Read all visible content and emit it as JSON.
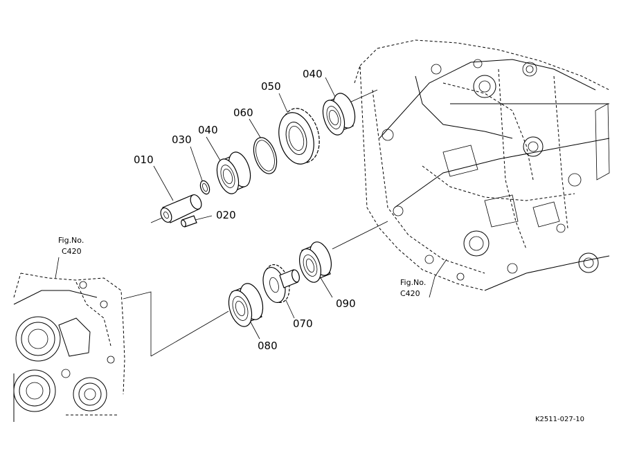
{
  "labels": {
    "p010": "010",
    "p020": "020",
    "p030": "030",
    "p040a": "040",
    "p040b": "040",
    "p050": "050",
    "p060": "060",
    "p070": "070",
    "p080": "080",
    "p090": "090"
  },
  "fig_refs": {
    "left": {
      "line1": "Fig.No.",
      "line2": "C420"
    },
    "right": {
      "line1": "Fig.No.",
      "line2": "C420"
    }
  },
  "drawing_number": "K2511-027-10"
}
